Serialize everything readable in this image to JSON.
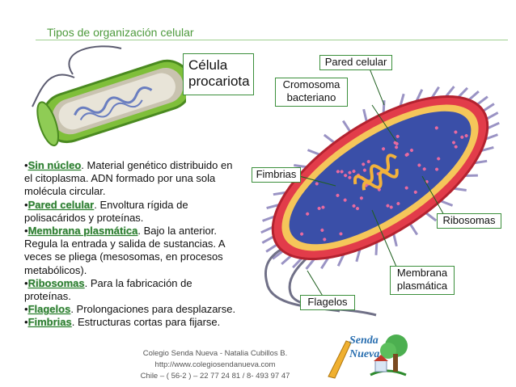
{
  "title": "Tipos de organización celular",
  "cell_type": "Célula procariota",
  "labels": {
    "pared_celular": "Pared celular",
    "cromosoma": "Cromosoma bacteriano",
    "fimbrias": "Fimbrias",
    "ribosomas": "Ribosomas",
    "membrana": "Membrana plasmática",
    "flagelos": "Flagelos"
  },
  "items": [
    {
      "term": "Sin núcleo",
      "text": ". Material genético distribuido en el citoplasma. ADN formado por una sola molécula circular."
    },
    {
      "term": "Pared celular",
      "text": ". Envoltura rígida de polisacáridos y proteínas."
    },
    {
      "term": "Membrana plasmática",
      "text": ". Bajo la anterior. Regula la entrada y salida de sustancias. A veces se pliega (mesosomas, en procesos metabólicos)."
    },
    {
      "term": "Ribosomas",
      "text": ". Para la fabricación de proteínas."
    },
    {
      "term": "Flagelos",
      "text": ". Prolongaciones para desplazarse."
    },
    {
      "term": "Fimbrias",
      "text": ". Estructuras cortas para fijarse."
    }
  ],
  "footer": {
    "line1": "Colegio Senda Nueva -  Natalia Cubillos B.",
    "line2": "http://www.colegiosendanueva.com",
    "line3": "Chile – ( 56-2 ) – 22 77 24 81 / 8- 493 97 47"
  },
  "logo": {
    "line1": "Senda",
    "line2": "Nueva"
  }
}
